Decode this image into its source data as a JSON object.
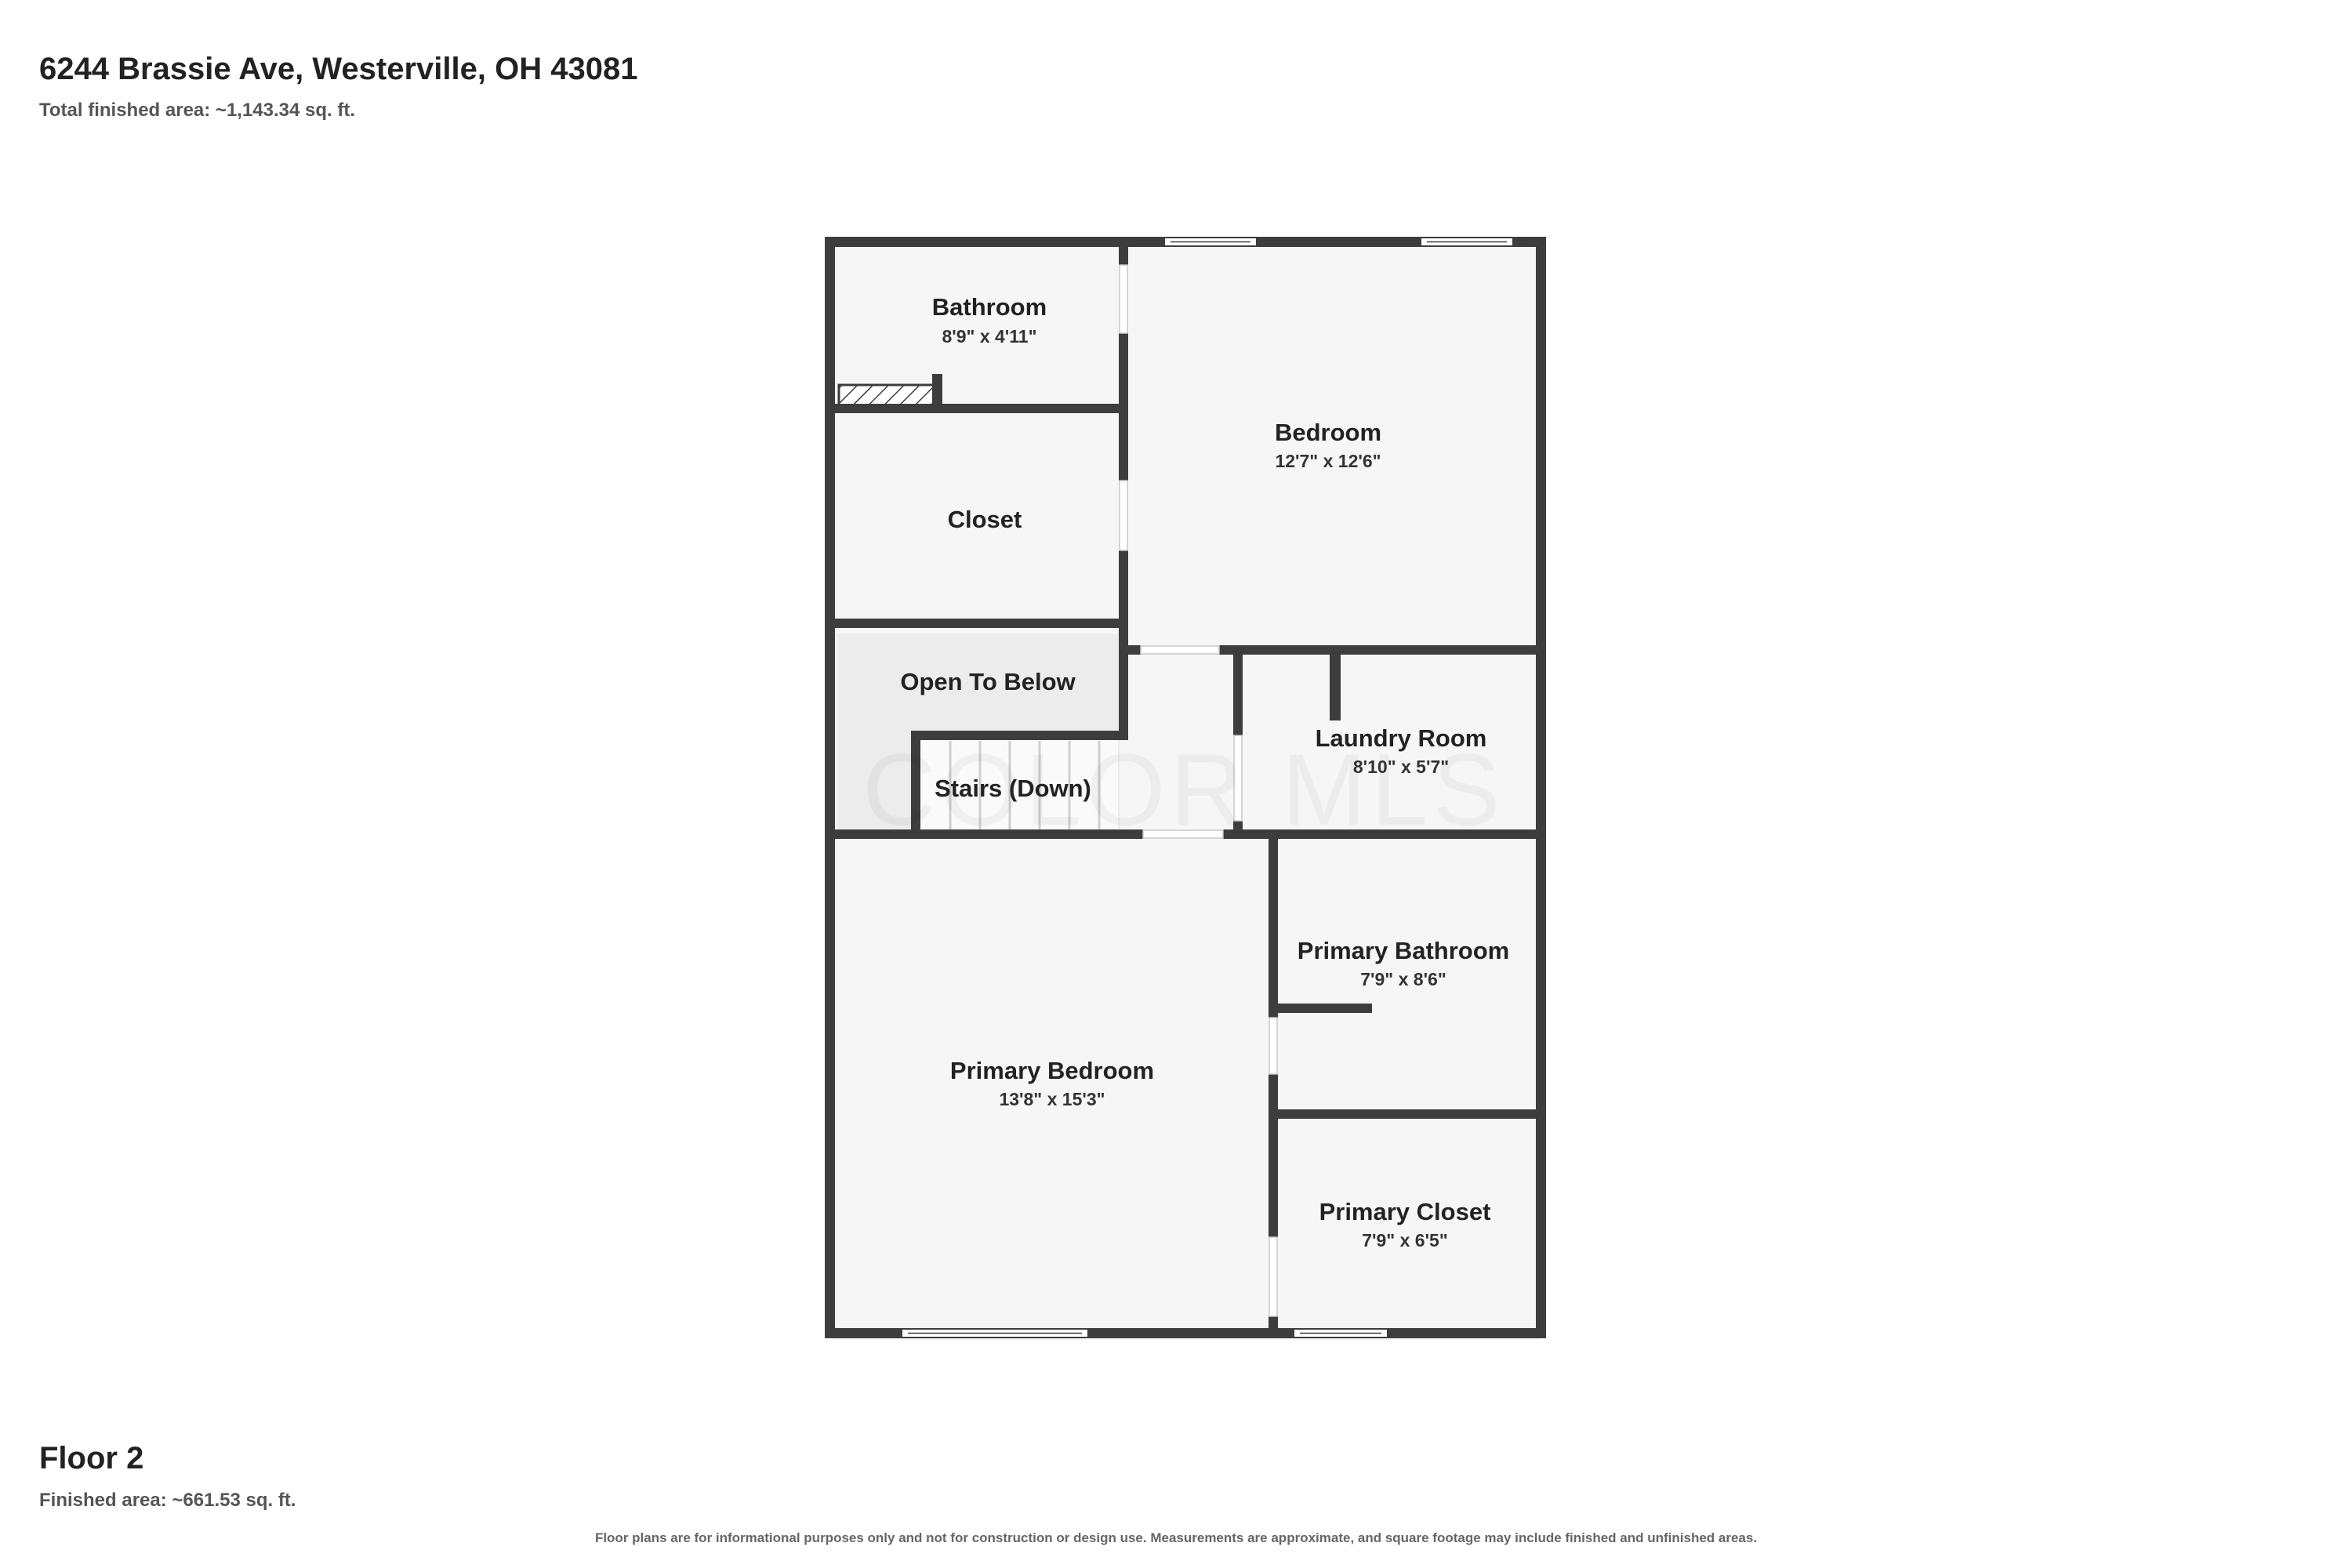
{
  "header": {
    "address": "6244 Brassie Ave, Westerville, OH 43081",
    "total_area": "Total finished area: ~1,143.34 sq. ft."
  },
  "floor": {
    "name": "Floor 2",
    "area": "Finished area: ~661.53 sq. ft."
  },
  "disclaimer": "Floor plans are for informational purposes only and not for construction or design use. Measurements are approximate, and square footage may include finished and unfinished areas.",
  "watermark": "COLOR MLS",
  "rooms": {
    "bathroom": {
      "name": "Bathroom",
      "dims": "8'9\" x 4'11\""
    },
    "bedroom": {
      "name": "Bedroom",
      "dims": "12'7\" x 12'6\""
    },
    "closet": {
      "name": "Closet"
    },
    "open_to_below": {
      "name": "Open To Below"
    },
    "stairs": {
      "name": "Stairs (Down)"
    },
    "laundry": {
      "name": "Laundry Room",
      "dims": "8'10\" x 5'7\""
    },
    "primary_bathroom": {
      "name": "Primary Bathroom",
      "dims": "7'9\" x 8'6\""
    },
    "primary_bedroom": {
      "name": "Primary Bedroom",
      "dims": "13'8\" x 15'3\""
    },
    "primary_closet": {
      "name": "Primary Closet",
      "dims": "7'9\" x 6'5\""
    }
  },
  "colors": {
    "wall": "#3d3d3d",
    "floor": "#f6f6f6",
    "open_area": "#ececec"
  }
}
